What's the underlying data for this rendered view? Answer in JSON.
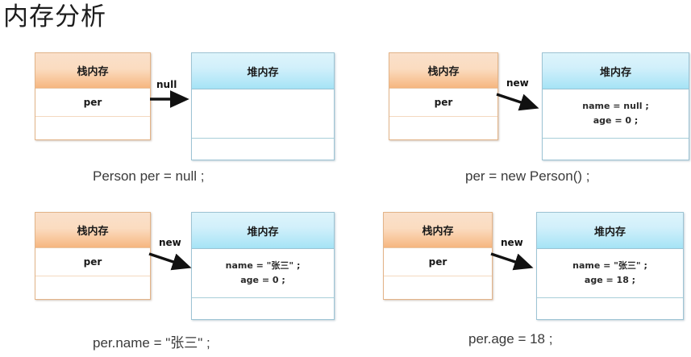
{
  "page": {
    "title": "内存分析"
  },
  "labels": {
    "stack_header": "栈内存",
    "heap_header": "堆内存",
    "variable": "per"
  },
  "colors": {
    "stack_header_top": "#fae0cb",
    "stack_header_bottom": "#f3ab6d",
    "stack_border": "#e3b489",
    "heap_header_top": "#ddf4fb",
    "heap_header_bottom": "#9fe0f4",
    "heap_border": "#9dc4d4",
    "arrow": "#111111",
    "title_text": "#1d1d1d",
    "caption_text": "#3a3a3a"
  },
  "panels": [
    {
      "id": "panel-1",
      "stack": {
        "header": "栈内存",
        "rows": [
          "per",
          ""
        ]
      },
      "heap": {
        "header": "堆内存",
        "fields": [],
        "rows": [
          "",
          ""
        ]
      },
      "arrow": {
        "label": "null",
        "style": "straight"
      },
      "caption": "Person per = null ;"
    },
    {
      "id": "panel-2",
      "stack": {
        "header": "栈内存",
        "rows": [
          "per",
          ""
        ]
      },
      "heap": {
        "header": "堆内存",
        "fields": [
          "name = null ;",
          "age = 0 ;"
        ],
        "rows": [
          "",
          ""
        ]
      },
      "arrow": {
        "label": "new",
        "style": "diagonal"
      },
      "caption": "per = new Person() ;"
    },
    {
      "id": "panel-3",
      "stack": {
        "header": "栈内存",
        "rows": [
          "per",
          ""
        ]
      },
      "heap": {
        "header": "堆内存",
        "fields": [
          "name = \"张三\" ;",
          "age = 0 ;"
        ],
        "rows": [
          "",
          ""
        ]
      },
      "arrow": {
        "label": "new",
        "style": "diagonal"
      },
      "caption": "per.name = \"张三\" ;"
    },
    {
      "id": "panel-4",
      "stack": {
        "header": "栈内存",
        "rows": [
          "per",
          ""
        ]
      },
      "heap": {
        "header": "堆内存",
        "fields": [
          "name = \"张三\" ;",
          "age = 18 ;"
        ],
        "rows": [
          "",
          ""
        ]
      },
      "arrow": {
        "label": "new",
        "style": "diagonal"
      },
      "caption": "per.age = 18 ;"
    }
  ]
}
